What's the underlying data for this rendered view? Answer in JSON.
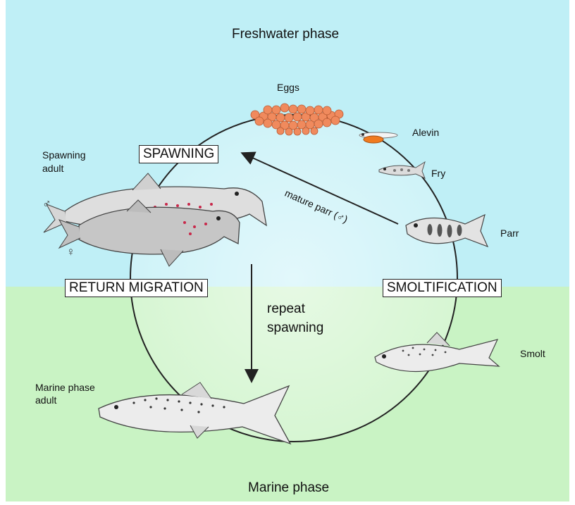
{
  "phases": {
    "freshwater": "Freshwater phase",
    "marine": "Marine phase"
  },
  "stages": {
    "eggs": "Eggs",
    "alevin": "Alevin",
    "fry": "Fry",
    "parr": "Parr",
    "smolt": "Smolt",
    "marine_adult": "Marine phase\nadult",
    "spawning_adult": "Spawning\nadult"
  },
  "processes": {
    "spawning": "SPAWNING",
    "return_migration": "RETURN MIGRATION",
    "smoltification": "SMOLTIFICATION"
  },
  "arrows": {
    "mature_parr": "mature parr (♂)",
    "repeat_spawning": "repeat\nspawning"
  },
  "symbols": {
    "male": "♂",
    "female": "♀"
  },
  "colors": {
    "freshwater_bg": "#bfeff6",
    "marine_bg": "#c9f3c4",
    "egg": "#f08a5d",
    "circle_stroke": "#222222"
  }
}
